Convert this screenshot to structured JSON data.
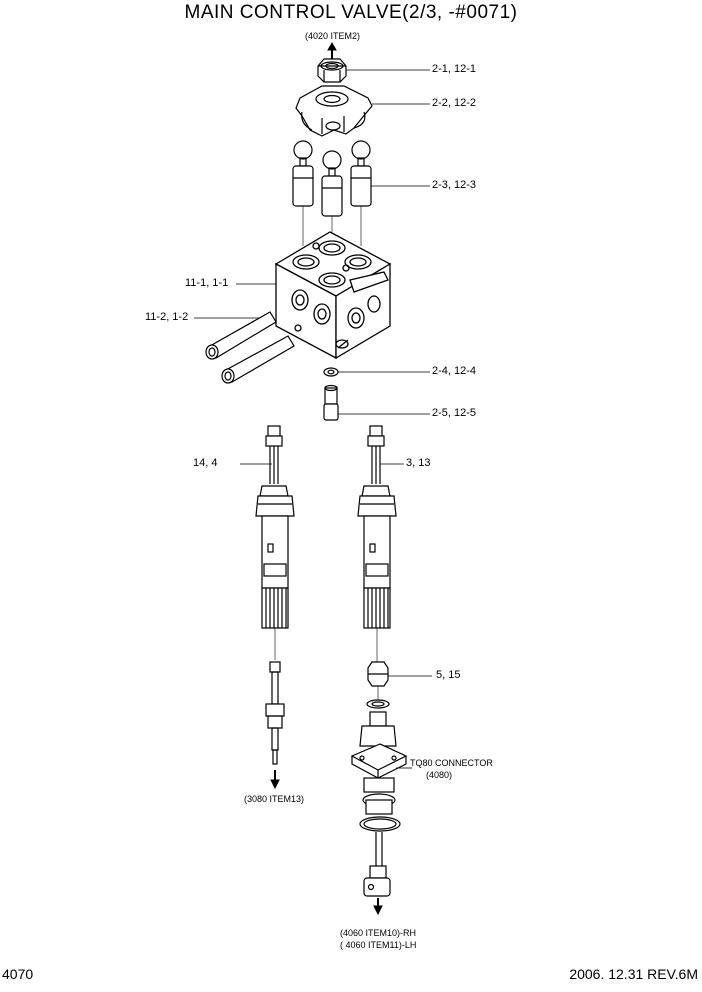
{
  "title": "MAIN CONTROL VALVE(2/3, -#0071)",
  "refs": {
    "top": "(4020 ITEM2)",
    "left_bottom": "(3080 ITEM13)",
    "connector_name": "TQ80 CONNECTOR",
    "connector_ref": "(4080)",
    "bottom_rh": "(4060 ITEM10)-RH",
    "bottom_lh": "( 4060 ITEM11)-LH"
  },
  "callouts": {
    "c1": "2-1, 12-1",
    "c2": "2-2, 12-2",
    "c3": "2-3, 12-3",
    "c4": "11-1, 1-1",
    "c5": "11-2, 1-2",
    "c6": "2-4, 12-4",
    "c7": "2-5, 12-5",
    "c8": "14,  4",
    "c9": "3, 13",
    "c10": "5, 15"
  },
  "footer": {
    "page": "4070",
    "date_rev": "2006. 12.31  REV.6M"
  }
}
